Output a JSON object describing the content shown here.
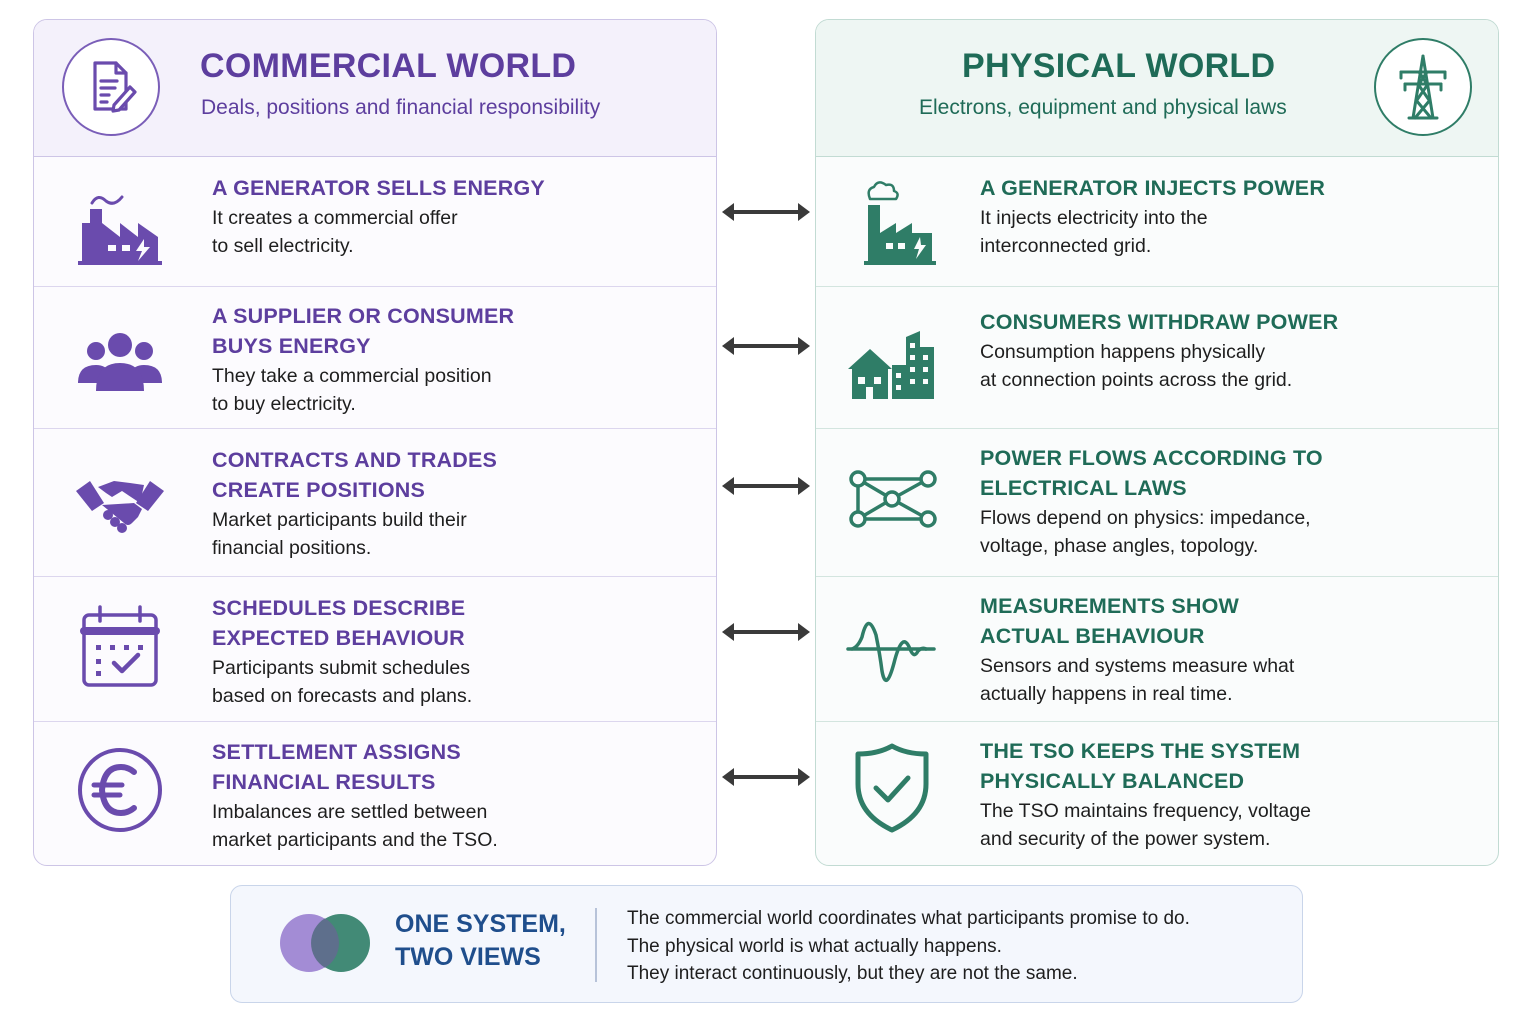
{
  "commercial": {
    "title": "COMMERCIAL WORLD",
    "subtitle": "Deals, positions and financial responsibility",
    "header_icon": "document-pen-icon",
    "accent": "#5d3e9e",
    "rows": [
      {
        "icon": "factory-icon",
        "title": "A GENERATOR SELLS ENERGY",
        "desc": "It creates a commercial offer\nto sell electricity."
      },
      {
        "icon": "people-group-icon",
        "title": "A SUPPLIER OR CONSUMER\nBUYS ENERGY",
        "desc": "They take a commercial position\nto buy electricity."
      },
      {
        "icon": "handshake-icon",
        "title": "CONTRACTS AND TRADES\nCREATE POSITIONS",
        "desc": "Market participants build their\nfinancial positions."
      },
      {
        "icon": "calendar-check-icon",
        "title": "SCHEDULES DESCRIBE\nEXPECTED BEHAVIOUR",
        "desc": "Participants submit schedules\nbased on forecasts and plans."
      },
      {
        "icon": "euro-icon",
        "title": "SETTLEMENT ASSIGNS\nFINANCIAL RESULTS",
        "desc": "Imbalances are settled between\nmarket participants and the TSO."
      }
    ]
  },
  "physical": {
    "title": "PHYSICAL WORLD",
    "subtitle": "Electrons, equipment and physical laws",
    "header_icon": "transmission-tower-icon",
    "accent": "#1f6b57",
    "rows": [
      {
        "icon": "power-plant-icon",
        "title": "A GENERATOR INJECTS POWER",
        "desc": "It injects electricity into the\ninterconnected grid."
      },
      {
        "icon": "buildings-icon",
        "title": "CONSUMERS WITHDRAW POWER",
        "desc": "Consumption happens physically\nat connection points across the grid."
      },
      {
        "icon": "network-icon",
        "title": "POWER FLOWS ACCORDING TO\nELECTRICAL LAWS",
        "desc": "Flows depend on physics: impedance,\nvoltage, phase angles, topology."
      },
      {
        "icon": "waveform-icon",
        "title": "MEASUREMENTS SHOW\nACTUAL BEHAVIOUR",
        "desc": "Sensors and systems measure what\nactually happens in real time."
      },
      {
        "icon": "shield-check-icon",
        "title": "THE TSO KEEPS THE SYSTEM\nPHYSICALLY BALANCED",
        "desc": "The TSO maintains frequency, voltage\nand security of the power system."
      }
    ]
  },
  "footer": {
    "icon": "overlapping-circles-icon",
    "title": "ONE SYSTEM,\nTWO VIEWS",
    "text": "The commercial world coordinates what participants promise to do.\nThe physical world is what actually happens.\nThey interact continuously, but they are not the same."
  }
}
